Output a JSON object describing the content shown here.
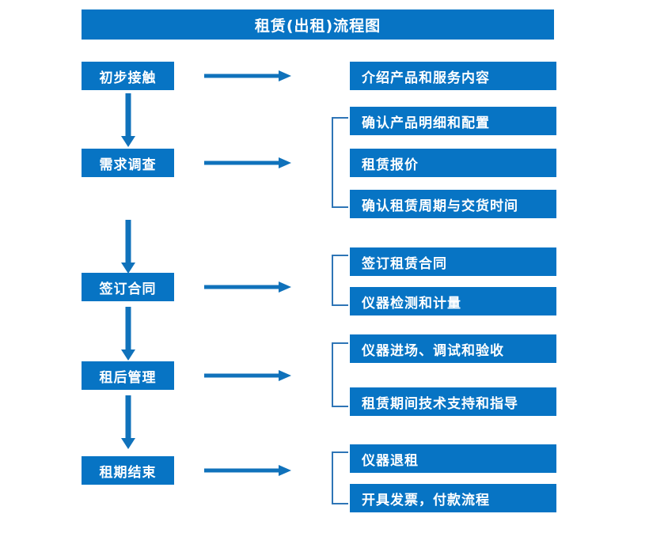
{
  "diagram": {
    "title": "租赁(出租)流程图",
    "colors": {
      "primary_blue": "#0774c4",
      "bracket_blue": "#2e75b6",
      "arrow_blue": "#1072bb",
      "text_white": "#ffffff",
      "background": "#ffffff"
    },
    "stages": [
      {
        "label": "初步接触",
        "details": [
          "介绍产品和服务内容"
        ]
      },
      {
        "label": "需求调查",
        "details": [
          "确认产品明细和配置",
          "租赁报价",
          "确认租赁周期与交货时间"
        ]
      },
      {
        "label": "签订合同",
        "details": [
          "签订租赁合同",
          "仪器检测和计量"
        ]
      },
      {
        "label": "租后管理",
        "details": [
          "仪器进场、调试和验收",
          "租赁期间技术支持和指导"
        ]
      },
      {
        "label": "租期结束",
        "details": [
          "仪器退租",
          "开具发票，付款流程"
        ]
      }
    ]
  }
}
